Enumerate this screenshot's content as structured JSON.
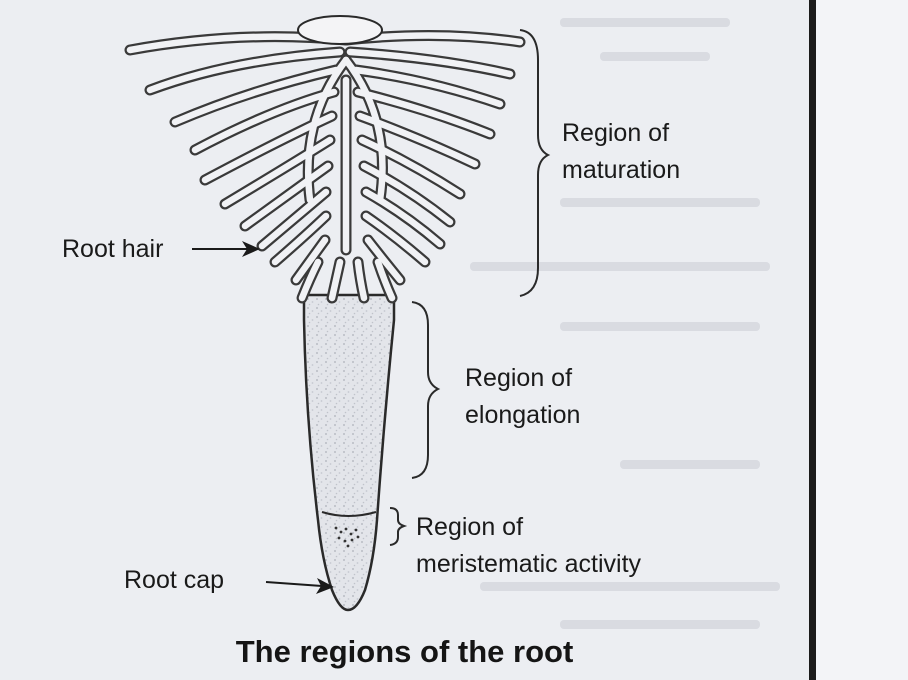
{
  "labels": {
    "root_hair": "Root hair",
    "root_cap": "Root cap",
    "maturation_line1": "Region of",
    "maturation_line2": "maturation",
    "elongation_line1": "Region of",
    "elongation_line2": "elongation",
    "meristematic_line1": "Region of",
    "meristematic_line2": "meristematic activity"
  },
  "caption": "The regions of the root",
  "colors": {
    "background": "#eceef2",
    "ink": "#1a1a1a",
    "rule": "#1b1b1b"
  }
}
